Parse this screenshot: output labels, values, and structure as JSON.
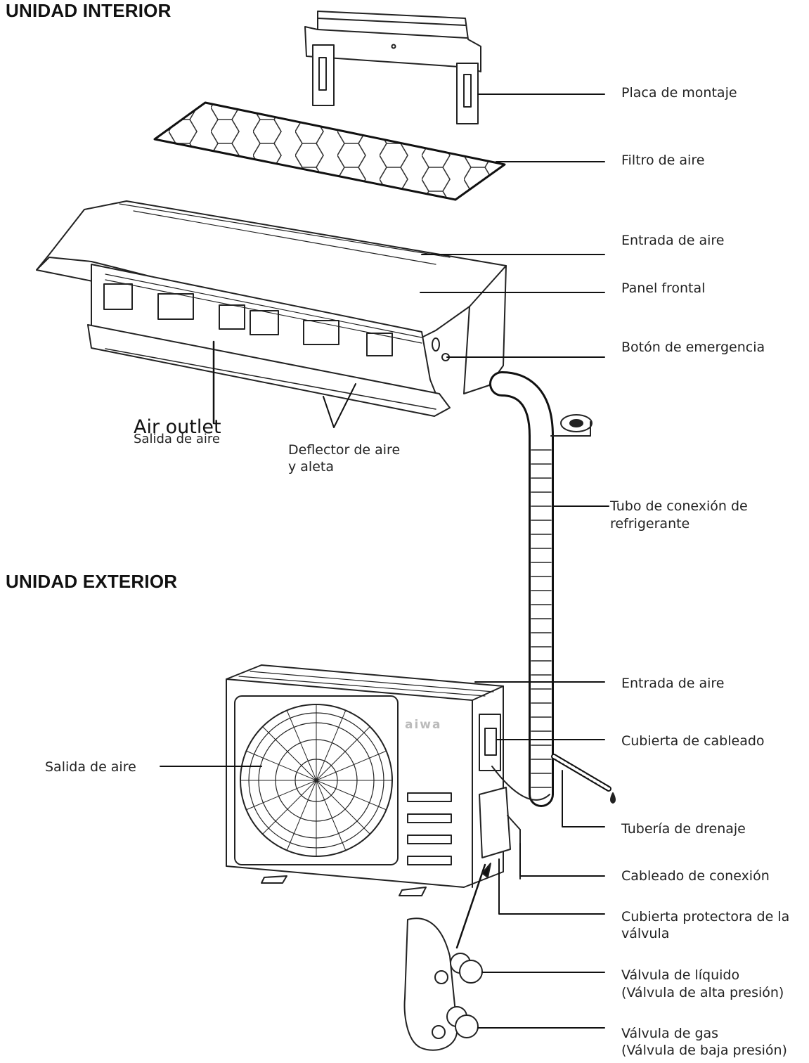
{
  "sections": {
    "indoor_title": "UNIDAD INTERIOR",
    "outdoor_title": "UNIDAD EXTERIOR"
  },
  "brand": "aiwa",
  "indoor_labels": {
    "mounting_plate": "Placa de montaje",
    "air_filter": "Filtro de aire",
    "air_inlet": "Entrada de aire",
    "front_panel": "Panel frontal",
    "emergency_button": "Botón de emergencia",
    "air_outlet_en": "Air outlet",
    "air_outlet_es": "Salida de aire",
    "deflector_line1": "Deflector de aire",
    "deflector_line2": "y aleta"
  },
  "pipe_label": {
    "line1": "Tubo de conexión de",
    "line2": "refrigerante"
  },
  "outdoor_labels": {
    "air_inlet": "Entrada de aire",
    "wiring_cover": "Cubierta de cableado",
    "air_outlet": "Salida de aire",
    "drain_pipe": "Tubería de drenaje",
    "connection_wiring": "Cableado de conexión",
    "valve_cover_line1": "Cubierta protectora de la",
    "valve_cover_line2": "válvula",
    "liquid_valve_line1": "Válvula de líquido",
    "liquid_valve_line2": "(Válvula de alta presión)",
    "gas_valve_line1": "Válvula de gas",
    "gas_valve_line2": "(Válvula de baja presión)"
  }
}
